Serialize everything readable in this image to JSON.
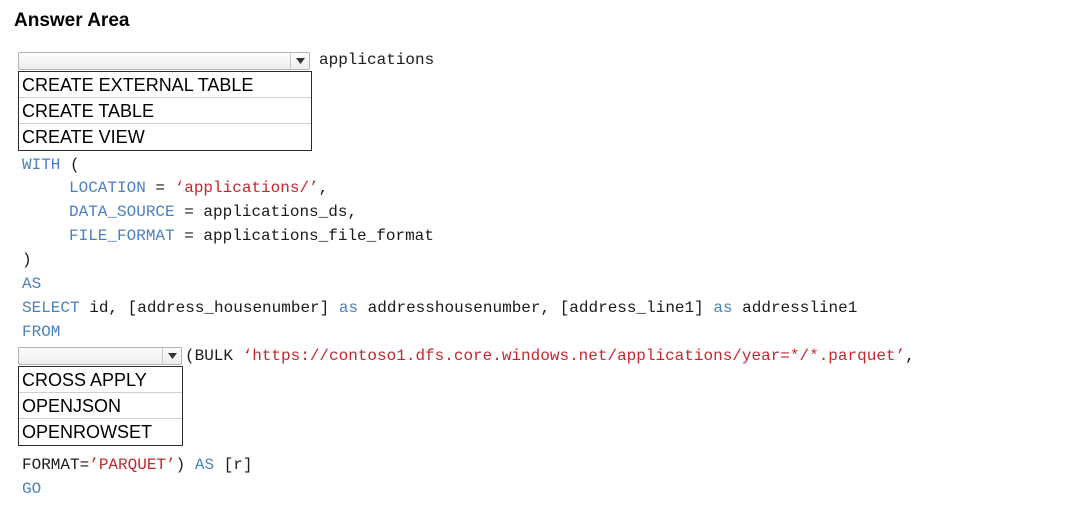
{
  "title": "Answer Area",
  "dropdown1": {
    "selected": "",
    "options": [
      "CREATE EXTERNAL TABLE",
      "CREATE TABLE",
      "CREATE VIEW"
    ]
  },
  "dropdown2": {
    "selected": "",
    "options": [
      "CROSS APPLY",
      "OPENJSON",
      "OPENROWSET"
    ]
  },
  "code": {
    "l1_after": "applications",
    "with": "WITH",
    "with_paren": " (",
    "location_kw": "LOCATION",
    "location_eq": " = ",
    "location_val": "‘applications/’",
    "location_comma": ",",
    "ds_kw": "DATA_SOURCE",
    "ds_rest": " = applications_ds,",
    "ff_kw": "FILE_FORMAT",
    "ff_rest": " = applications_file_format",
    "close_paren": ")",
    "as": "AS",
    "select_kw": "SELECT",
    "select_a": " id, [address_housenumber] ",
    "as_kw1": "as",
    "select_b": " addresshousenumber, [address_line1] ",
    "as_kw2": "as",
    "select_c": " addressline1",
    "from": "FROM",
    "bulk_pre": "(BULK ",
    "bulk_url": "‘https://contoso1.dfs.core.windows.net/applications/year=*/*.parquet’",
    "bulk_post": ",",
    "format_pre": "FORMAT=",
    "format_val": "’PARQUET’",
    "format_mid": ") ",
    "format_as": "AS",
    "format_post": " [r]",
    "go": "GO"
  },
  "colors": {
    "keyword": "#4a7fc1",
    "string": "#c0282d",
    "text": "#1a1a1a"
  }
}
